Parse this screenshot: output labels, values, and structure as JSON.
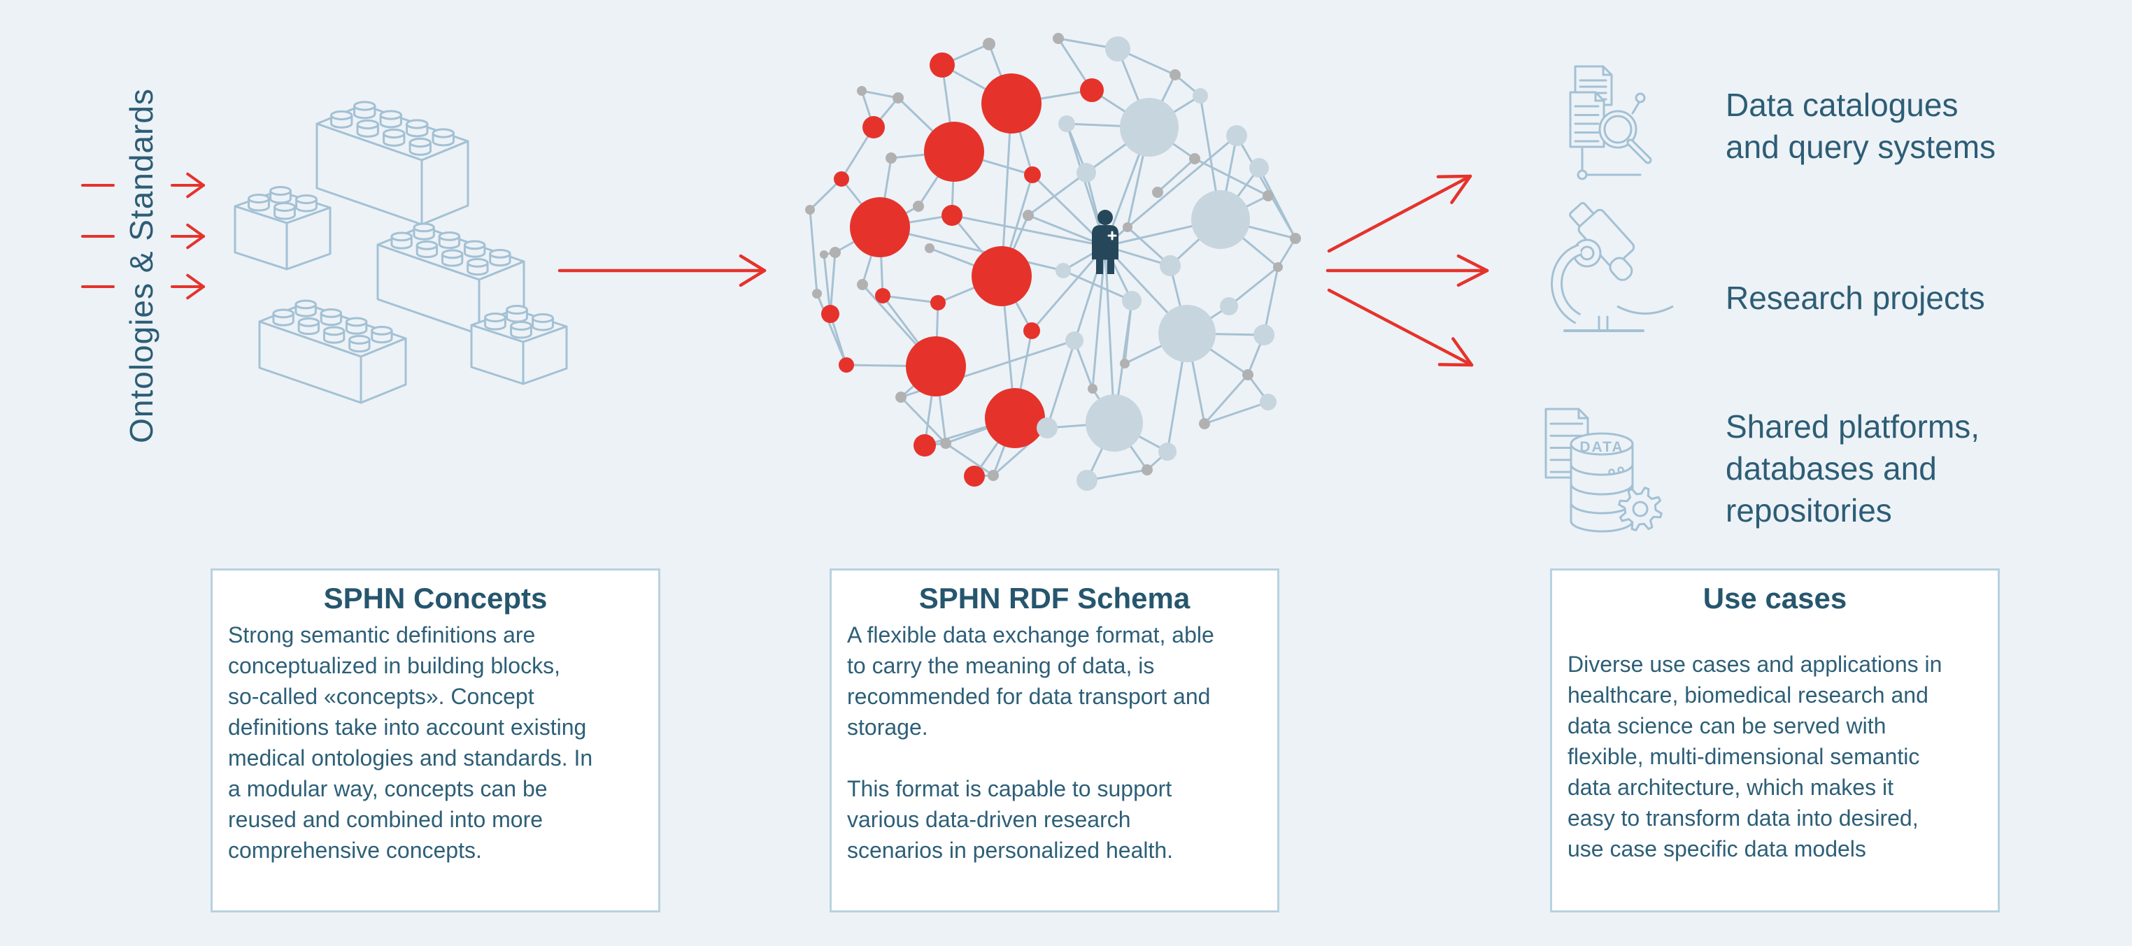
{
  "left_label": "Ontologies & Standards",
  "outputs": [
    {
      "label": "Data catalogues\nand query systems"
    },
    {
      "label": "Research projects"
    },
    {
      "label": "Shared platforms,\ndatabases and\nrepositories"
    }
  ],
  "icons": {
    "data_catalogue": "documents-magnifier-icon",
    "research": "microscope-icon",
    "platforms": "database-gear-icon",
    "data_label": "DATA"
  },
  "boxes": [
    {
      "title": "SPHN Concepts",
      "body": "Strong semantic definitions are\nconceptualized in building blocks,\nso-called «concepts». Concept\ndefinitions take into account existing\nmedical ontologies and standards. In\na modular way, concepts can be\nreused and combined into more\ncomprehensive concepts."
    },
    {
      "title": "SPHN RDF Schema",
      "body": "A flexible data exchange format, able\nto carry the meaning of data, is\nrecommended for data transport and\nstorage.\n\nThis format is capable to support\nvarious data-driven research\nscenarios in personalized health."
    },
    {
      "title": "Use cases",
      "body": "Diverse use cases and applications in\nhealthcare, biomedical research and\ndata science can be served with\nflexible, multi-dimensional semantic\ndata architecture, which makes it\neasy to transform data into desired,\nuse case specific data models"
    }
  ],
  "colors": {
    "background": "#edf2f7",
    "accent_red": "#e5332b",
    "teal_text": "#2d5d75",
    "outline_blue": "#a3c1d4",
    "edge_blue": "#a6c1d2",
    "node_gray": "#c7d5df",
    "dot_gray": "#b1b1b1",
    "person_dark": "#26475a",
    "box_border": "#b8d2e0"
  }
}
